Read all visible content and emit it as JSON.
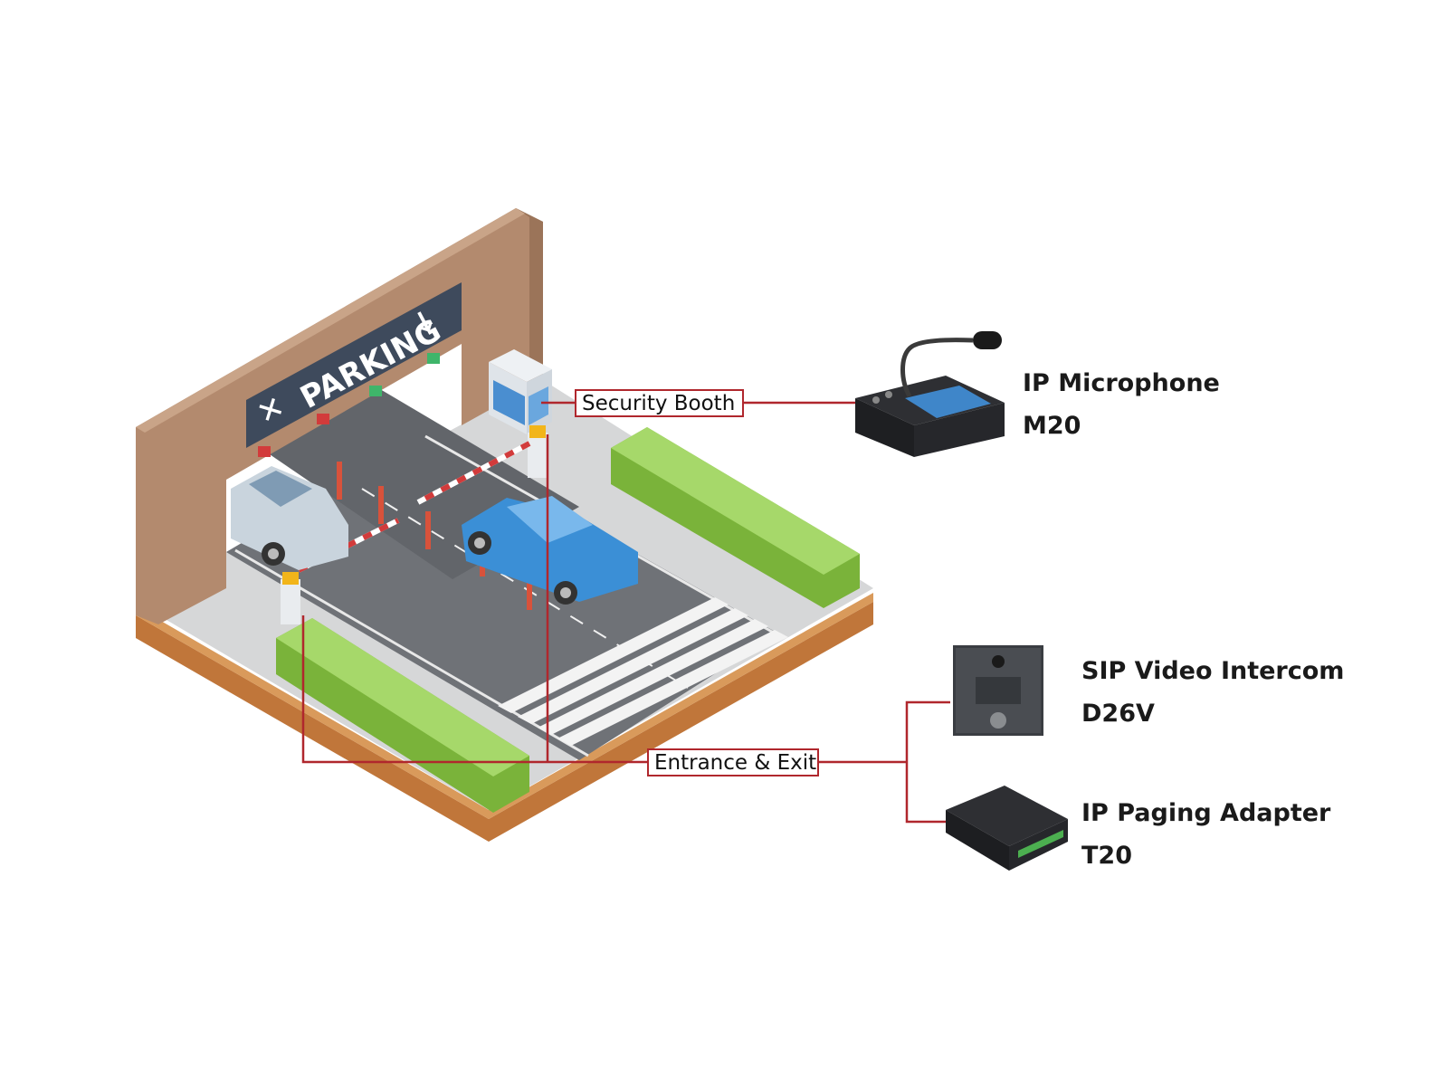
{
  "scene": {
    "sign_text": "PARKING",
    "callouts": {
      "security_booth": "Security Booth",
      "entrance_exit": "Entrance & Exit"
    }
  },
  "devices": [
    {
      "id": "mic",
      "name": "IP Microphone",
      "model": "M20"
    },
    {
      "id": "intercom",
      "name": "SIP Video Intercom",
      "model": "D26V"
    },
    {
      "id": "adapter",
      "name": "IP Paging Adapter",
      "model": "T20"
    }
  ],
  "colors": {
    "connector": "#b0272d",
    "wall": "#b38a6e",
    "road": "#6f7277",
    "grass": "#8cc63f",
    "car_blue": "#3b8fd6",
    "car_white": "#c9d4dd",
    "sign": "#3e4a5c"
  }
}
